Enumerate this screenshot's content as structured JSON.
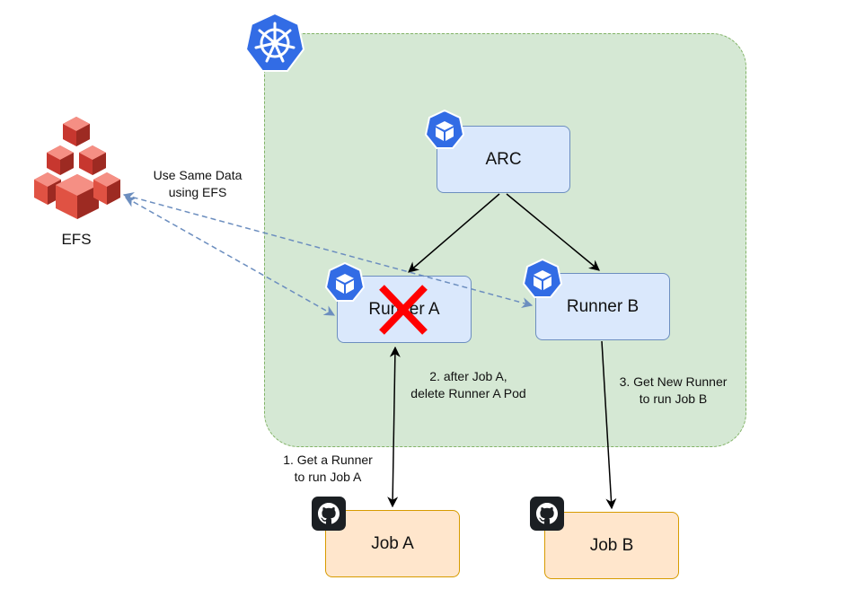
{
  "nodes": {
    "arc": "ARC",
    "runner_a": "Runner A",
    "runner_b": "Runner B",
    "job_a": "Job A",
    "job_b": "Job B",
    "efs": "EFS"
  },
  "labels": {
    "efs_note_1": "Use Same Data",
    "efs_note_2": "using EFS",
    "step1_line1": "1. Get a Runner",
    "step1_line2": "to run Job A",
    "step2_line1": "2. after Job A,",
    "step2_line2": "delete Runner A Pod",
    "step3_line1": "3. Get New Runner",
    "step3_line2": "to run Job B"
  },
  "colors": {
    "cluster_fill": "#d5e8d4",
    "cluster_border": "#82b366",
    "node_blue_fill": "#dae8fc",
    "node_blue_border": "#6c8ebf",
    "job_fill": "#ffe6cc",
    "job_border": "#d79b00",
    "k8s_blue": "#326ce5",
    "efs_red": "#e05243",
    "delete_mark": "#ff0000",
    "dashed_link": "#6c8ebf"
  },
  "icons": [
    "kubernetes-icon",
    "kubernetes-pod-icon",
    "github-icon",
    "efs-icon",
    "delete-x-icon"
  ]
}
